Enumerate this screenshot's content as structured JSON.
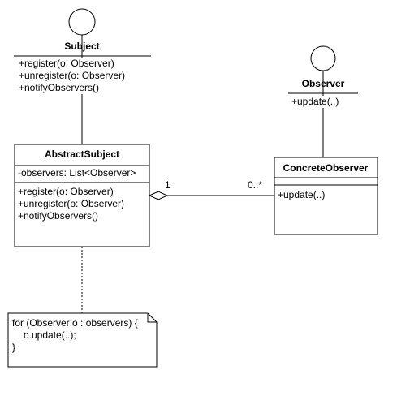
{
  "subject": {
    "name": "Subject",
    "methods": [
      "+register(o: Observer)",
      "+unregister(o: Observer)",
      "+notifyObservers()"
    ]
  },
  "observer": {
    "name": "Observer",
    "methods": [
      "+update(..)"
    ]
  },
  "abstract_subject": {
    "name": "AbstractSubject",
    "attributes": [
      "-observers: List<Observer>"
    ],
    "methods": [
      "+register(o: Observer)",
      "+unregister(o: Observer)",
      "+notifyObservers()"
    ]
  },
  "concrete_observer": {
    "name": "ConcreteObserver",
    "methods": [
      "+update(..)"
    ]
  },
  "association": {
    "source_multiplicity": "1",
    "target_multiplicity": "0..*"
  },
  "note": {
    "lines": [
      "for (Observer o : observers) {",
      "o.update(..);",
      "}"
    ]
  }
}
